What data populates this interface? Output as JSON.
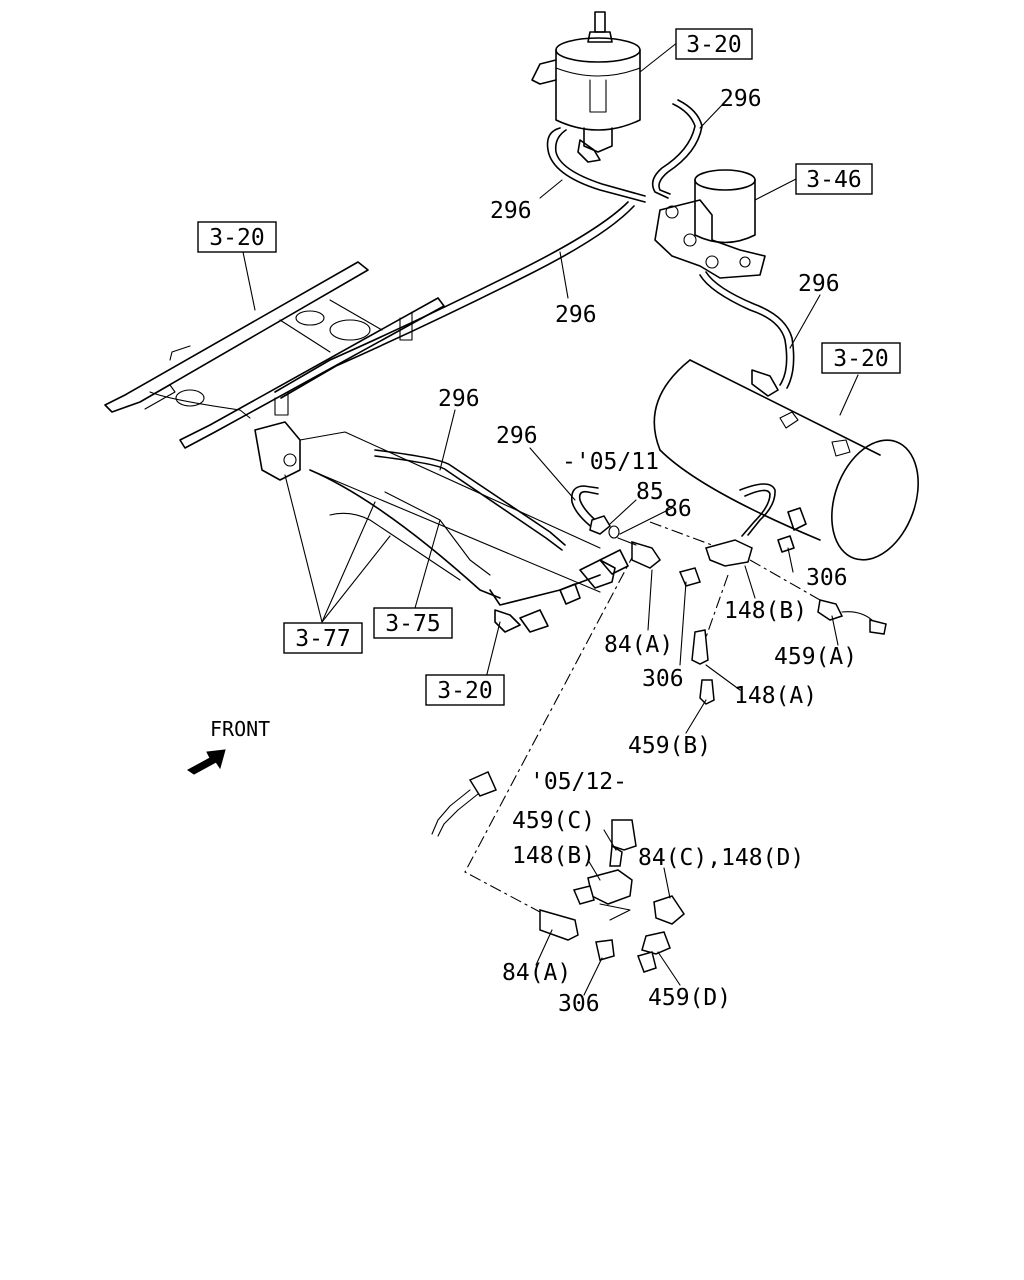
{
  "labels": {
    "ref_top": "3-20",
    "ref_dryer": "3-46",
    "ref_frame": "3-20",
    "ref_tank": "3-20",
    "ref_77": "3-77",
    "ref_75": "3-75",
    "ref_bottom": "3-20",
    "pipe_a": "296",
    "pipe_b": "296",
    "pipe_c": "296",
    "pipe_d": "296",
    "pipe_e": "296",
    "pipe_f": "296",
    "date_upto": "-'05/11",
    "date_from": "'05/12-",
    "p85": "85",
    "p86": "86",
    "p84a_top": "84(A)",
    "p306_right": "306",
    "p148b_top": "148(B)",
    "p306_mid": "306",
    "p148a": "148(A)",
    "p459a": "459(A)",
    "p459b": "459(B)",
    "p459c": "459(C)",
    "p148b_bot": "148(B)",
    "p84c_148d": "84(C),148(D)",
    "p84a_bot": "84(A)",
    "p306_bot": "306",
    "p459d": "459(D)",
    "front": "FRONT"
  }
}
